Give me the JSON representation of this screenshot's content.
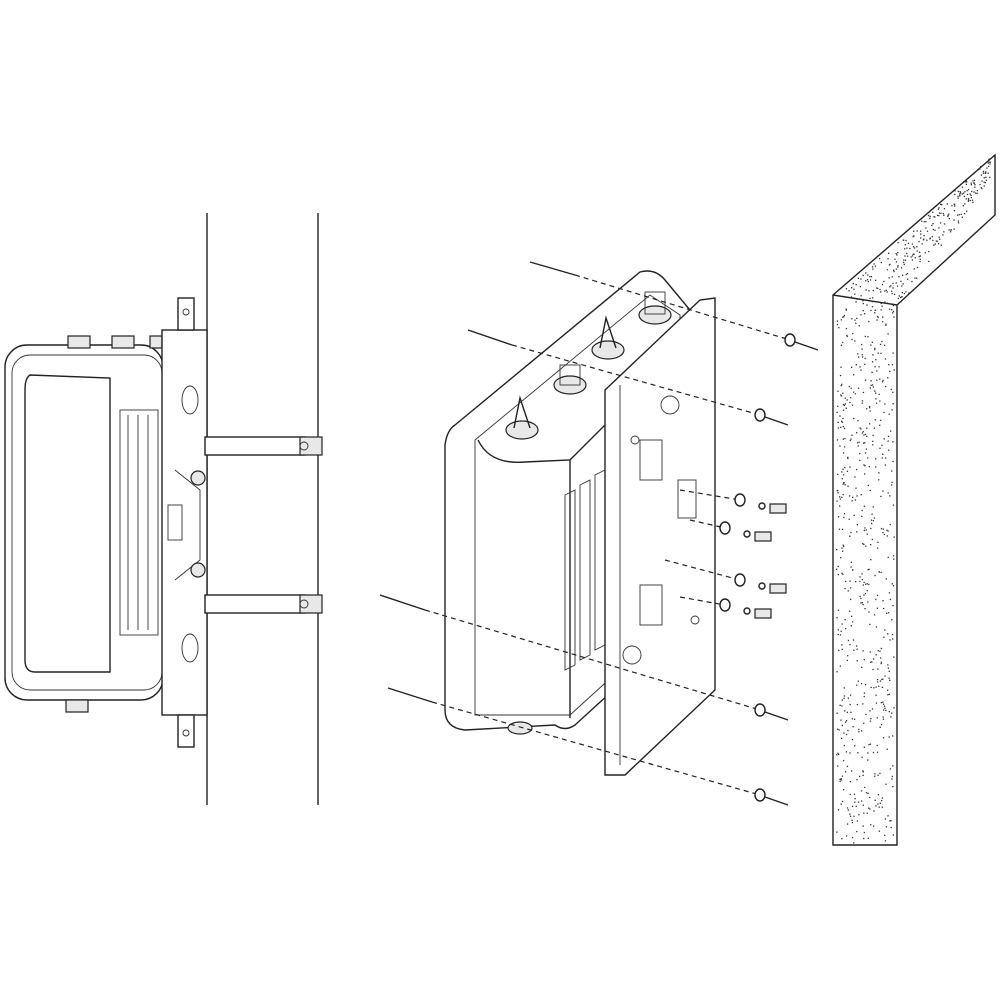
{
  "figure": {
    "type": "installation-diagram",
    "views": [
      "pole-mount",
      "wall-mount-exploded"
    ],
    "colors": {
      "line": "#222222",
      "background": "#ffffff",
      "fill": "#e8e8e8"
    }
  }
}
